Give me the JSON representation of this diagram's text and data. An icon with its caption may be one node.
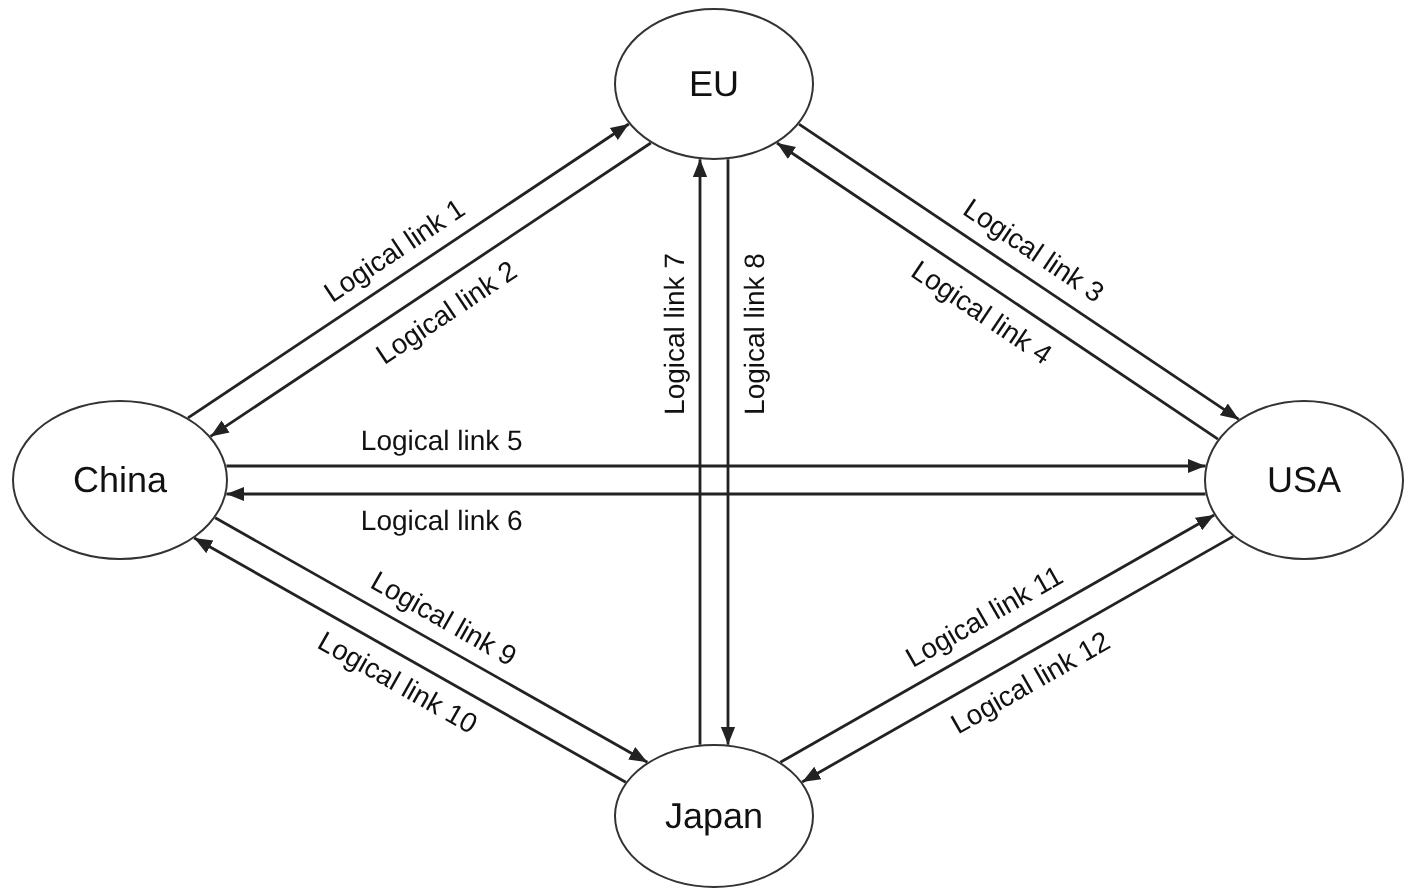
{
  "diagram": {
    "nodes": [
      {
        "text": [
          "EU"
        ]
      },
      {
        "text": [
          "China"
        ]
      },
      {
        "text": [
          "USA"
        ]
      },
      {
        "text": [
          "Japan"
        ]
      }
    ],
    "edges": [
      {
        "from": 1,
        "to": 0,
        "arrow": "to",
        "label": "Logical link 1"
      },
      {
        "from": 0,
        "to": 1,
        "arrow": "to",
        "label": "Logical link 2"
      },
      {
        "from": 0,
        "to": 2,
        "arrow": "to",
        "label": "Logical link 3"
      },
      {
        "from": 2,
        "to": 0,
        "arrow": "to",
        "label": "Logical link 4"
      },
      {
        "from": 1,
        "to": 2,
        "arrow": "to",
        "label": "Logical link 5"
      },
      {
        "from": 2,
        "to": 1,
        "arrow": "to",
        "label": "Logical link 6"
      },
      {
        "from": 3,
        "to": 0,
        "arrow": "to",
        "label": "Logical link 7"
      },
      {
        "from": 0,
        "to": 3,
        "arrow": "to",
        "label": "Logical link 8"
      },
      {
        "from": 1,
        "to": 3,
        "arrow": "to",
        "label": "Logical link 9"
      },
      {
        "from": 3,
        "to": 1,
        "arrow": "to",
        "label": "Logical link 10"
      },
      {
        "from": 3,
        "to": 2,
        "arrow": "to",
        "label": "Logical link 11"
      },
      {
        "from": 2,
        "to": 3,
        "arrow": "to",
        "label": "Logical link 12"
      }
    ]
  }
}
